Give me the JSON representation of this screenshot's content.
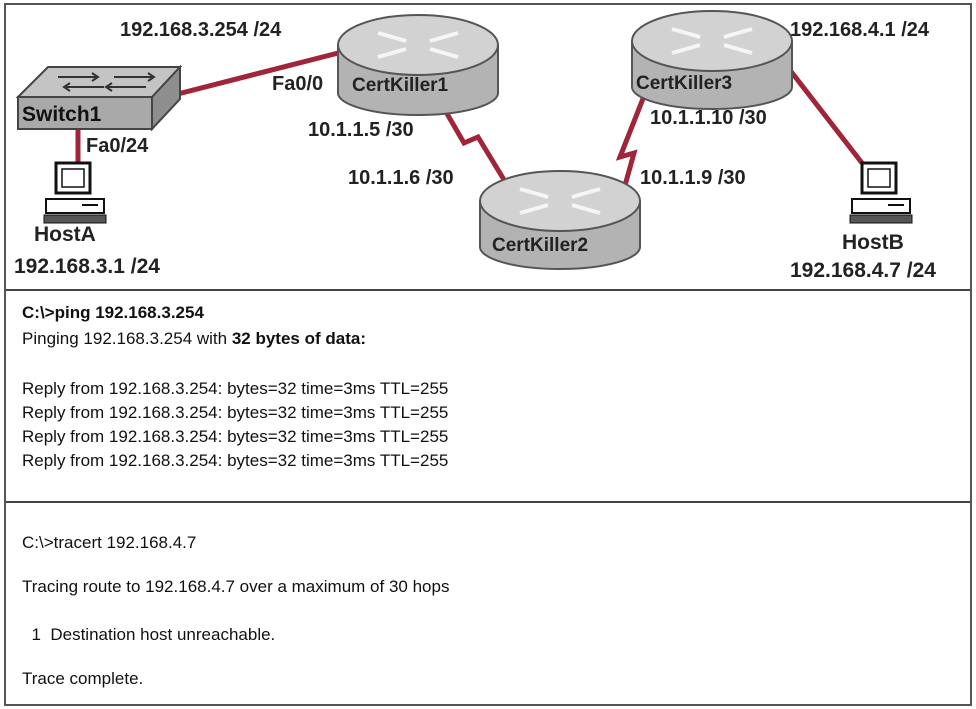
{
  "colors": {
    "link": "#a0243a",
    "router": "#b8b8b8",
    "router_top": "#cfcfcf",
    "switch": "#a9a9a9"
  },
  "devices": {
    "switch1": {
      "name": "Switch1",
      "icon": "switch-icon"
    },
    "router1": {
      "name": "CertKiller1",
      "icon": "router-icon"
    },
    "router2": {
      "name": "CertKiller2",
      "icon": "router-icon"
    },
    "router3": {
      "name": "CertKiller3",
      "icon": "router-icon"
    },
    "hostA": {
      "name": "HostA",
      "ip": "192.168.3.1 /24",
      "icon": "pc-icon"
    },
    "hostB": {
      "name": "HostB",
      "ip": "192.168.4.7 /24",
      "icon": "pc-icon"
    }
  },
  "interfaces": {
    "r1_lan_ip": "192.168.3.254 /24",
    "r1_lan_if": "Fa0/0",
    "sw_host_if": "Fa0/24",
    "r1_serial": "10.1.1.5 /30",
    "r2_serial_to_r1": "10.1.1.6 /30",
    "r2_serial_to_r3": "10.1.1.9 /30",
    "r3_serial": "10.1.1.10 /30",
    "r3_lan_ip": "192.168.4.1 /24"
  },
  "ping": {
    "command": "C:\\>ping 192.168.3.254",
    "header_a": "Pinging 192.168.3.254  with ",
    "header_b": "32 bytes of data:",
    "replies": [
      "Reply from 192.168.3.254: bytes=32 time=3ms TTL=255",
      "Reply from 192.168.3.254: bytes=32 time=3ms TTL=255",
      "Reply from 192.168.3.254: bytes=32 time=3ms TTL=255",
      "Reply from 192.168.3.254: bytes=32 time=3ms TTL=255"
    ]
  },
  "tracert": {
    "command": "C:\\>tracert 192.168.4.7",
    "header": "Tracing route to 192.168.4.7 over a maximum of 30 hops",
    "hop": "  1  Destination host unreachable.",
    "footer": "Trace complete."
  }
}
